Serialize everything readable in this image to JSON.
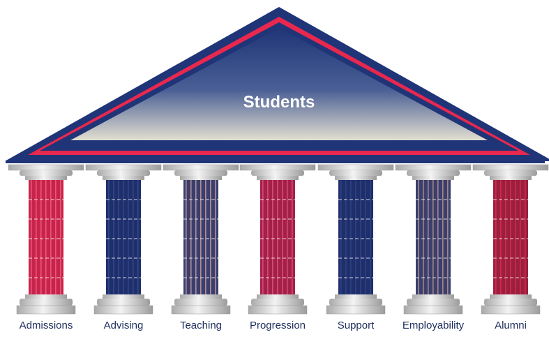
{
  "roof": {
    "title": "Students"
  },
  "pillars": [
    {
      "label": "Admissions",
      "color": "#c8234a",
      "stripe": "#f06a8a"
    },
    {
      "label": "Advising",
      "color": "#1f2f6b",
      "stripe": "#3a4d92"
    },
    {
      "label": "Teaching",
      "color": "#3a3f6e",
      "stripe": "#d8a9a4"
    },
    {
      "label": "Progression",
      "color": "#a52049",
      "stripe": "#e05a86"
    },
    {
      "label": "Support",
      "color": "#1f2f6b",
      "stripe": "#34478a"
    },
    {
      "label": "Employability",
      "color": "#3a3f6e",
      "stripe": "#c9a28f"
    },
    {
      "label": "Alumni",
      "color": "#9b1f3f",
      "stripe": "#e0304f"
    }
  ],
  "colors": {
    "navy": "#1f3577",
    "red": "#e8284f",
    "stone": "#d4d4d4"
  }
}
